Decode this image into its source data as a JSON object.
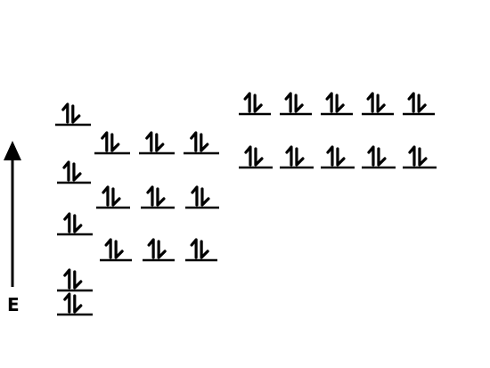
{
  "diagram": {
    "title": "",
    "energy_axis": {
      "label": "E",
      "direction": "up"
    },
    "electron_glyph": "1↿⇂",
    "colors": {
      "ink": "#000000",
      "background": "#ffffff"
    },
    "orbital_groups": [
      {
        "id": "1s",
        "orbitals": 1,
        "electrons_per_orbital": [
          2
        ]
      },
      {
        "id": "2s",
        "orbitals": 1,
        "electrons_per_orbital": [
          2
        ]
      },
      {
        "id": "2p",
        "orbitals": 3,
        "electrons_per_orbital": [
          2,
          2,
          2
        ]
      },
      {
        "id": "3s",
        "orbitals": 1,
        "electrons_per_orbital": [
          2
        ]
      },
      {
        "id": "3p",
        "orbitals": 3,
        "electrons_per_orbital": [
          2,
          2,
          2
        ]
      },
      {
        "id": "4s",
        "orbitals": 1,
        "electrons_per_orbital": [
          2
        ]
      },
      {
        "id": "3d",
        "orbitals": 5,
        "electrons_per_orbital": [
          2,
          2,
          2,
          2,
          2
        ]
      },
      {
        "id": "4p",
        "orbitals": 3,
        "electrons_per_orbital": [
          2,
          2,
          2
        ]
      },
      {
        "id": "5s",
        "orbitals": 1,
        "electrons_per_orbital": [
          2
        ]
      },
      {
        "id": "4d",
        "orbitals": 5,
        "electrons_per_orbital": [
          2,
          2,
          2,
          2,
          2
        ]
      }
    ]
  }
}
